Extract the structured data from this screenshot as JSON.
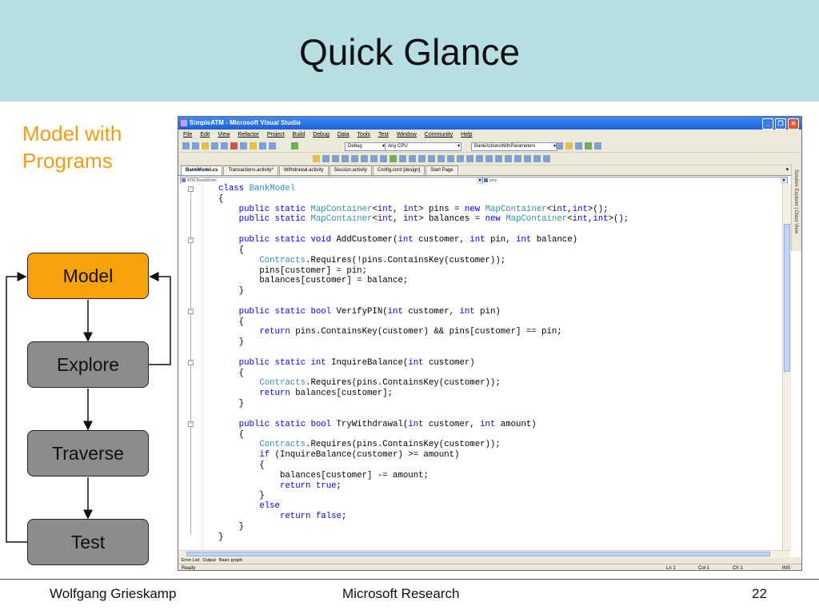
{
  "slide": {
    "title": "Quick Glance",
    "subtitle_line1": "Model with",
    "subtitle_line2": "Programs",
    "flow": {
      "model": "Model",
      "explore": "Explore",
      "traverse": "Traverse",
      "test": "Test"
    },
    "footer": {
      "author": "Wolfgang Grieskamp",
      "org": "Microsoft Research",
      "page": "22"
    }
  },
  "vs": {
    "window_title": "SimpleATM - Microsoft Visual Studio",
    "menu": [
      "File",
      "Edit",
      "View",
      "Refactor",
      "Project",
      "Build",
      "Debug",
      "Data",
      "Tools",
      "Test",
      "Window",
      "Community",
      "Help"
    ],
    "toolbar": {
      "config": "Debug",
      "platform": "Any CPU",
      "target": "BankActionsWithParameters"
    },
    "tabs": [
      "BankModel.cs",
      "Transactions.activity*",
      "Withdrawal.activity",
      "Session.activity",
      "Config.cord [design]",
      "Start Page"
    ],
    "nav_left": "ATM.BankModel",
    "nav_right": "pins",
    "side_panel": "Solution Explorer | Class View",
    "bottom_tabs": [
      "Error List",
      "Output",
      "Basic graph"
    ],
    "status": {
      "ready": "Ready",
      "ln": "Ln 1",
      "col": "Col 1",
      "ch": "Ch 1",
      "ins": "INS"
    },
    "code_lines": [
      "class BankModel",
      "{",
      "    public static MapContainer<int, int> pins = new MapContainer<int,int>();",
      "    public static MapContainer<int, int> balances = new MapContainer<int,int>();",
      "",
      "    public static void AddCustomer(int customer, int pin, int balance)",
      "    {",
      "        Contracts.Requires(!pins.ContainsKey(customer));",
      "        pins[customer] = pin;",
      "        balances[customer] = balance;",
      "    }",
      "",
      "    public static bool VerifyPIN(int customer, int pin)",
      "    {",
      "        return pins.ContainsKey(customer) && pins[customer] == pin;",
      "    }",
      "",
      "    public static int InquireBalance(int customer)",
      "    {",
      "        Contracts.Requires(pins.ContainsKey(customer));",
      "        return balances[customer];",
      "    }",
      "",
      "    public static bool TryWithdrawal(int customer, int amount)",
      "    {",
      "        Contracts.Requires(pins.ContainsKey(customer));",
      "        if (InquireBalance(customer) >= amount)",
      "        {",
      "            balances[customer] -= amount;",
      "            return true;",
      "        }",
      "        else",
      "            return false;",
      "    }",
      "}"
    ]
  }
}
